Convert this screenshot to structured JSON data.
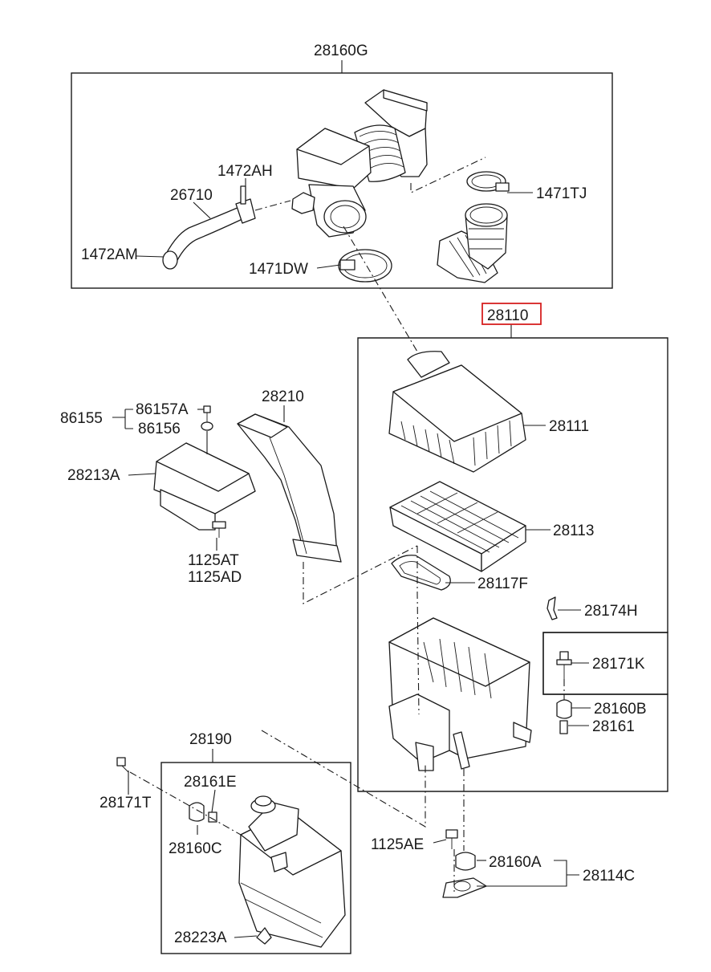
{
  "diagram": {
    "highlight_color": "#d62020",
    "line_color": "#1a1a1a",
    "callouts": {
      "p28160G": "28160G",
      "p1472AH": "1472AH",
      "p26710": "26710",
      "p1471TJ": "1471TJ",
      "p1472AM": "1472AM",
      "p1471DW": "1471DW",
      "p28110": "28110",
      "p86155": "86155",
      "p86157A": "86157A",
      "p86156": "86156",
      "p28210": "28210",
      "p28111": "28111",
      "p28213A": "28213A",
      "p28113": "28113",
      "p1125AT": "1125AT",
      "p1125AD": "1125AD",
      "p28117F": "28117F",
      "p28174H": "28174H",
      "p28171K": "28171K",
      "p28160B": "28160B",
      "p28161": "28161",
      "p28190": "28190",
      "p28161E": "28161E",
      "p28171T": "28171T",
      "p28160C": "28160C",
      "p1125AE": "1125AE",
      "p28160A": "28160A",
      "p28114C": "28114C",
      "p28223A": "28223A"
    }
  }
}
